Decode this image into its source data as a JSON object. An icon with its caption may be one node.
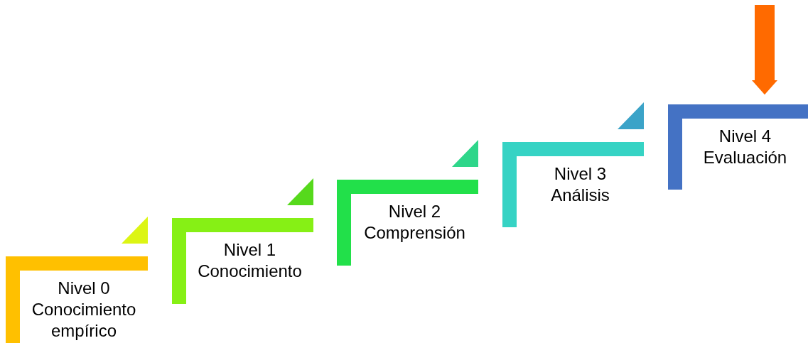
{
  "diagram": {
    "nodes": [
      {
        "text": [
          "Nivel 0",
          "Conocimiento empírico"
        ]
      },
      {
        "text": [
          "Nivel 1",
          "Conocimiento"
        ]
      },
      {
        "text": [
          "Nivel 2",
          "Comprensión"
        ]
      },
      {
        "text": [
          "Nivel 3",
          "Análisis"
        ]
      },
      {
        "text": [
          "Nivel 4",
          "Evaluación"
        ]
      }
    ],
    "edges": [
      {
        "from": null,
        "to": 4,
        "arrow": "to"
      }
    ]
  }
}
